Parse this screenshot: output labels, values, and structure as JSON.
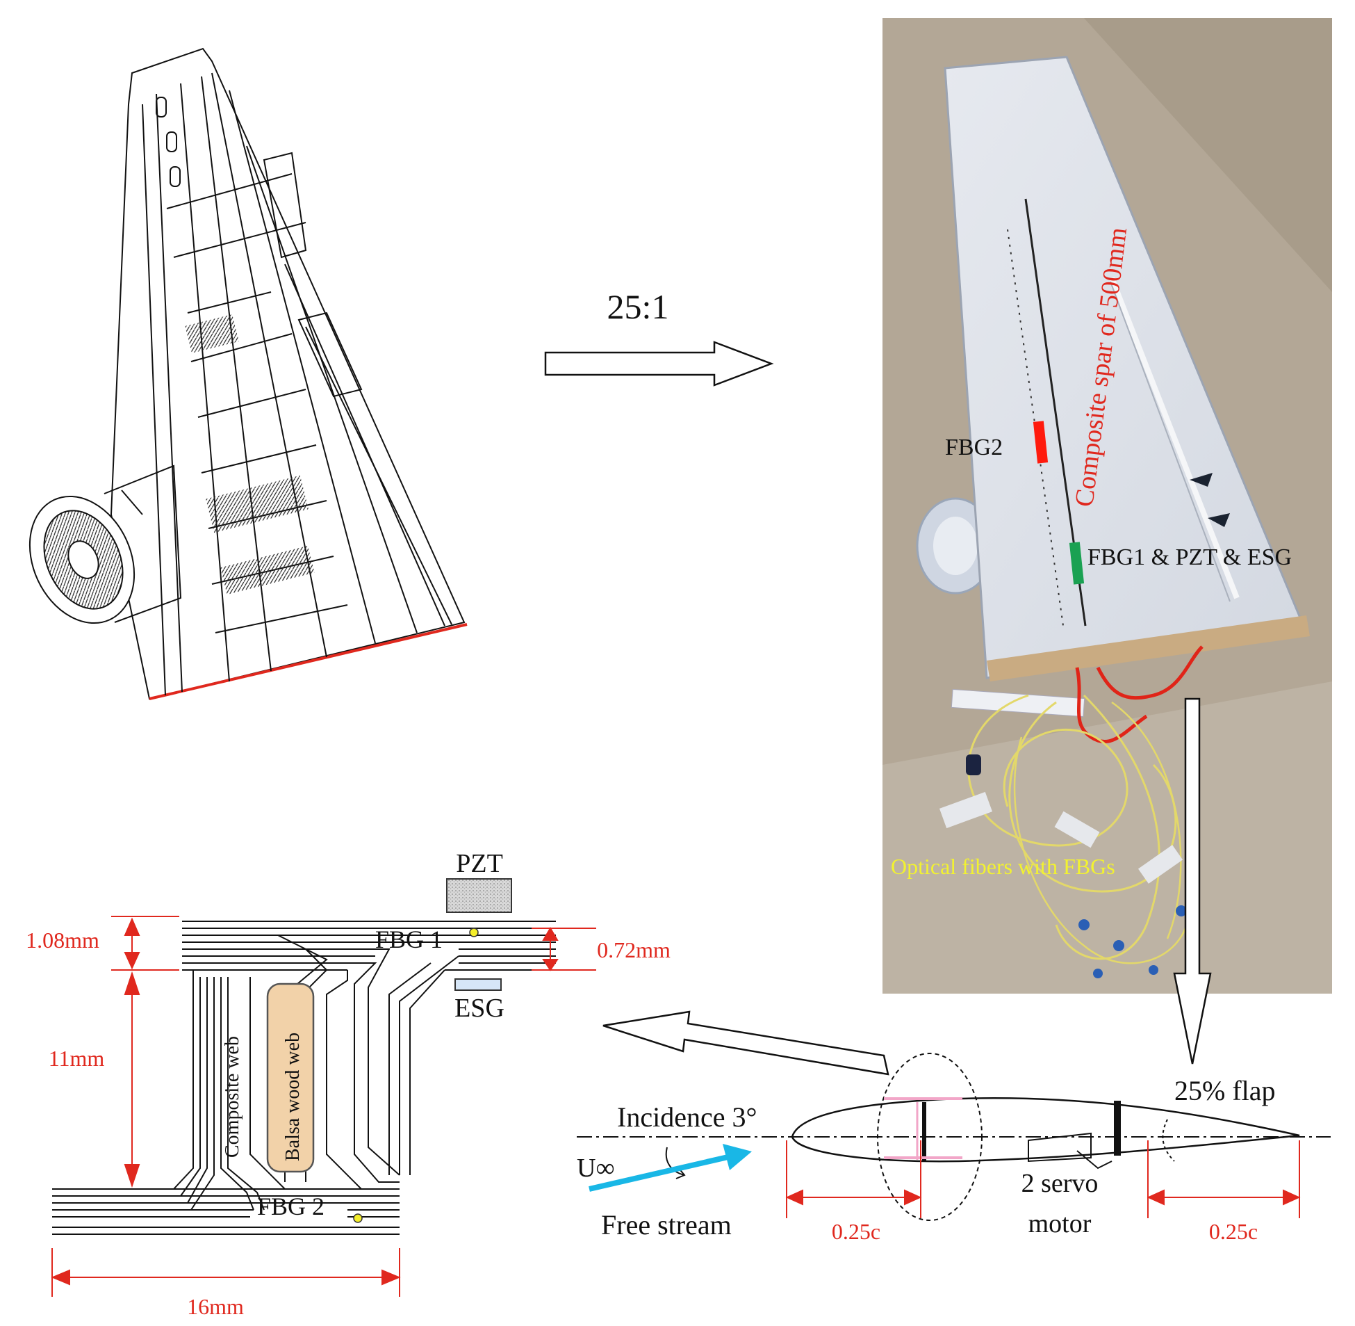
{
  "scale_label": "25:1",
  "photo": {
    "spar_label": "Composite spar of 500mm",
    "fbg2_label": "FBG2",
    "fbg1_label": "FBG1 & PZT & ESG",
    "fibers_label": "Optical fibers with FBGs"
  },
  "cross_section": {
    "pzt_label": "PZT",
    "esg_label": "ESG",
    "fbg1_label": "FBG 1",
    "fbg2_label": "FBG 2",
    "composite_web_label": "Composite web",
    "balsa_web_label": "Balsa wood web",
    "dim_flange_top": "1.08mm",
    "dim_flange_side": "0.72mm",
    "dim_height": "11mm",
    "dim_width": "16mm"
  },
  "airfoil": {
    "incidence_label": "Incidence 3°",
    "uinf_label": "U∞",
    "free_stream_label": "Free stream",
    "flap_label": "25% flap",
    "servo_label_1": "2 servo",
    "servo_label_2": "motor",
    "dim_left": "0.25c",
    "dim_right": "0.25c"
  },
  "colors": {
    "dimension": "#e0281e",
    "fbg_marker_red": "#ff1a0d",
    "fbg_marker_green": "#1aa152",
    "flow_arrow": "#19b7e6",
    "fibers_text": "#f2f230",
    "balsa_fill": "#f2d2a9",
    "sensor_dot": "#f4ee2a"
  }
}
